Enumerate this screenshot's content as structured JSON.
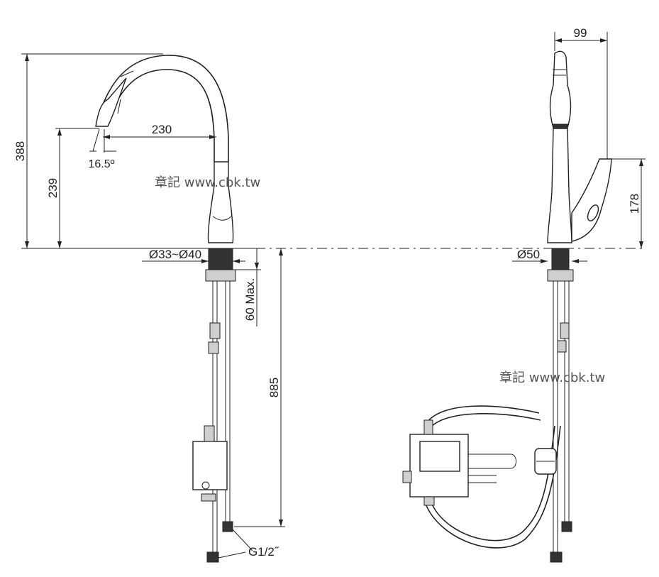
{
  "front_view": {
    "height_total": "388",
    "height_spout": "239",
    "reach": "230",
    "angle": "16.5º",
    "deck_hole": "Ø33~Ø40",
    "deck_thickness": "60 Max.",
    "hose_length": "885",
    "connection": "G1/2˝"
  },
  "side_view": {
    "width": "99",
    "handle_height": "178",
    "base_diameter": "Ø50"
  },
  "watermarks": [
    "章記 www.cbk.tw",
    "章記 www.cbk.tw"
  ]
}
